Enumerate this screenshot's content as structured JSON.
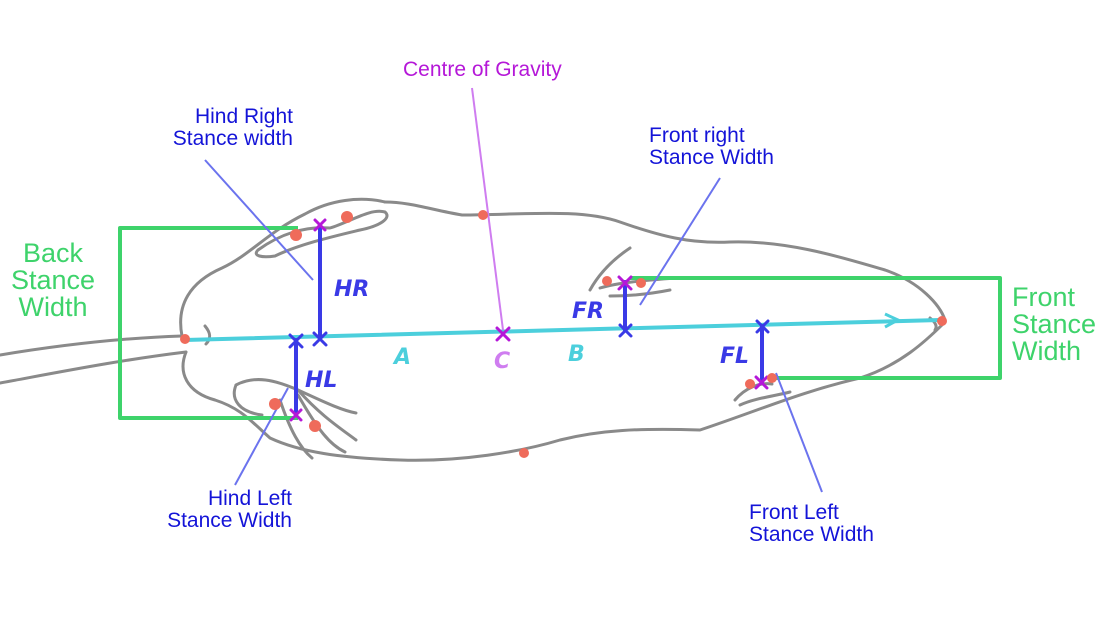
{
  "colors": {
    "outline": "#8a8a8a",
    "green": "#3ed36b",
    "cyan": "#4ccfdc",
    "blue_text": "#1414d8",
    "blue_line": "#6b73ee",
    "purple": "#b518d8",
    "purple_line": "#cf7df0",
    "dot": "#ef6b5b",
    "stance_bar": "#3a3ae6"
  },
  "labels": {
    "centre_of_gravity": "Centre of Gravity",
    "hind_right": [
      "Hind Right",
      "Stance width"
    ],
    "front_right": [
      "Front right",
      "Stance Width"
    ],
    "back_stance": [
      "Back",
      "Stance",
      "Width"
    ],
    "front_stance": [
      "Front",
      "Stance",
      "Width"
    ],
    "hind_left": [
      "Hind Left",
      "Stance Width"
    ],
    "front_left": [
      "Front Left",
      "Stance Width"
    ]
  },
  "marks": {
    "hr": "HR",
    "hl": "HL",
    "fr": "FR",
    "fl": "FL",
    "a": "A",
    "b": "B",
    "c": "C"
  }
}
